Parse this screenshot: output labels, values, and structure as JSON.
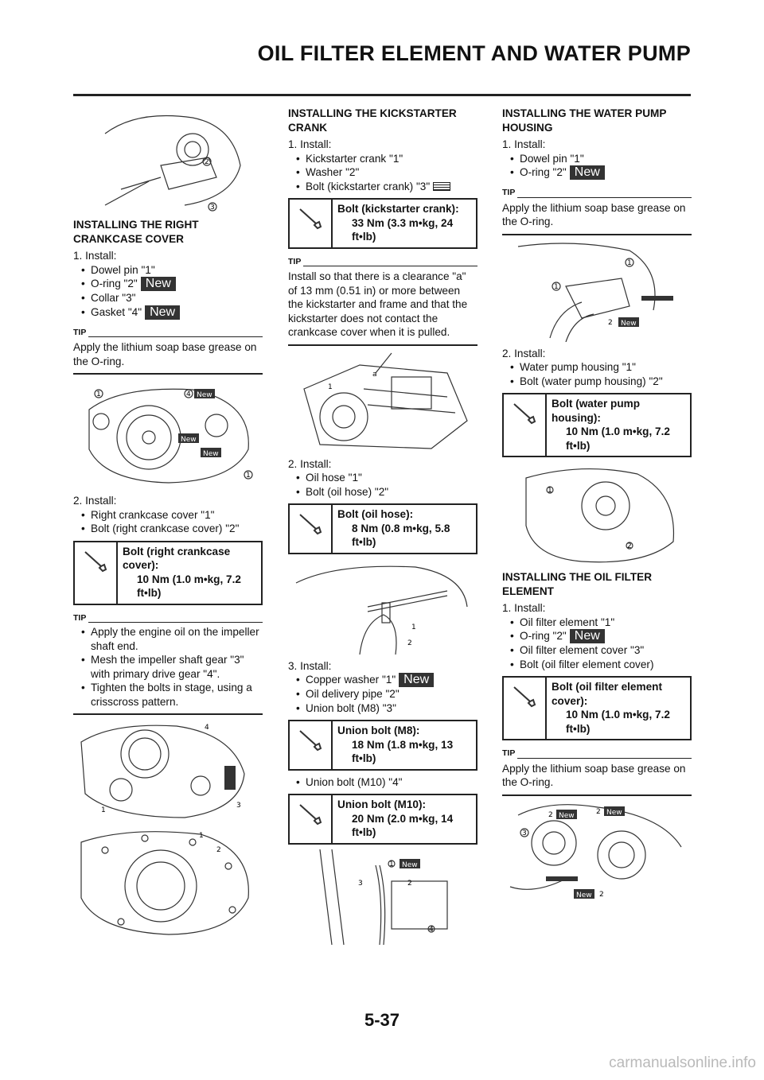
{
  "page": {
    "title": "OIL FILTER ELEMENT AND WATER PUMP",
    "number": "5-37",
    "watermark": "carmanualsonline.info"
  },
  "badges": {
    "new": "New",
    "tip": "TIP"
  },
  "col1": {
    "heading": "INSTALLING THE RIGHT CRANKCASE COVER",
    "step1": "1.  Install:",
    "items1": [
      "Dowel pin \"1\"",
      "O-ring \"2\"",
      "Collar \"3\"",
      "Gasket \"4\""
    ],
    "tip1": "Apply the lithium soap base grease on the O-ring.",
    "step2": "2.  Install:",
    "items2": [
      "Right crankcase cover \"1\"",
      "Bolt (right crankcase cover) \"2\""
    ],
    "torque1": {
      "label": "Bolt (right crankcase cover):",
      "value": "10 Nm (1.0 m•kg, 7.2 ft•lb)"
    },
    "tip2": [
      [
        "Apply the engine oil on the impeller",
        "shaft end."
      ],
      [
        "Mesh the impeller shaft gear \"3\"",
        "with primary drive gear \"4\"."
      ],
      [
        "Tighten the bolts in stage, using a",
        "crisscross pattern."
      ]
    ]
  },
  "col2": {
    "heading": "INSTALLING THE KICKSTARTER CRANK",
    "step1": "1.  Install:",
    "items1": [
      "Kickstarter crank \"1\"",
      "Washer \"2\"",
      "Bolt (kickstarter crank) \"3\""
    ],
    "torque1": {
      "label": "Bolt (kickstarter crank):",
      "value": "33 Nm (3.3 m•kg, 24 ft•lb)"
    },
    "tip1": "Install so that there is a clearance \"a\" of 13 mm (0.51 in) or more between the kickstarter and frame and that the kickstarter does not contact the crankcase cover when it is pulled.",
    "step2": "2.  Install:",
    "items2": [
      "Oil hose \"1\"",
      "Bolt (oil hose) \"2\""
    ],
    "torque2": {
      "label": "Bolt (oil hose):",
      "value": "8 Nm (0.8 m•kg, 5.8 ft•lb)"
    },
    "step3": "3.  Install:",
    "items3": [
      "Copper washer \"1\"",
      "Oil delivery pipe \"2\"",
      "Union bolt (M8) \"3\""
    ],
    "torque3": {
      "label": "Union bolt (M8):",
      "value": "18 Nm (1.8 m•kg, 13 ft•lb)"
    },
    "items4": [
      "Union bolt (M10) \"4\""
    ],
    "torque4": {
      "label": "Union bolt (M10):",
      "value": "20 Nm (2.0 m•kg, 14 ft•lb)"
    }
  },
  "col3": {
    "heading1": "INSTALLING THE WATER PUMP HOUSING",
    "step1": "1.  Install:",
    "items1": [
      "Dowel pin \"1\"",
      "O-ring \"2\""
    ],
    "tip1": "Apply the lithium soap base grease on the O-ring.",
    "step2": "2.  Install:",
    "items2": [
      "Water pump housing \"1\"",
      "Bolt (water pump housing) \"2\""
    ],
    "torque1": {
      "label": "Bolt (water pump housing):",
      "value": "10 Nm (1.0 m•kg, 7.2 ft•lb)"
    },
    "heading2": "INSTALLING THE OIL FILTER ELEMENT",
    "step3": "1.  Install:",
    "items3": [
      "Oil filter element \"1\"",
      "O-ring \"2\"",
      "Oil filter element cover \"3\"",
      "Bolt (oil filter element cover)"
    ],
    "torque2": {
      "label": "Bolt (oil filter element cover):",
      "value": "10 Nm (1.0 m•kg, 7.2 ft•lb)"
    },
    "tip2": "Apply the lithium soap base grease on the O-ring."
  },
  "figures": {
    "c1f1": [
      "2",
      "3"
    ],
    "c1f2": [
      "1",
      "4",
      "1"
    ],
    "c1f3": [
      "4",
      "1",
      "3"
    ],
    "c1f4": [
      "1",
      "2"
    ],
    "c2f1": [
      "a",
      "1"
    ],
    "c2f2": [
      "1",
      "2"
    ],
    "c2f3": [
      "1",
      "3",
      "2",
      "4"
    ],
    "c3f1": [
      "1",
      "1",
      "2"
    ],
    "c3f2": [
      "1",
      "2"
    ],
    "c3f3": [
      "3",
      "2",
      "2",
      "2"
    ]
  }
}
